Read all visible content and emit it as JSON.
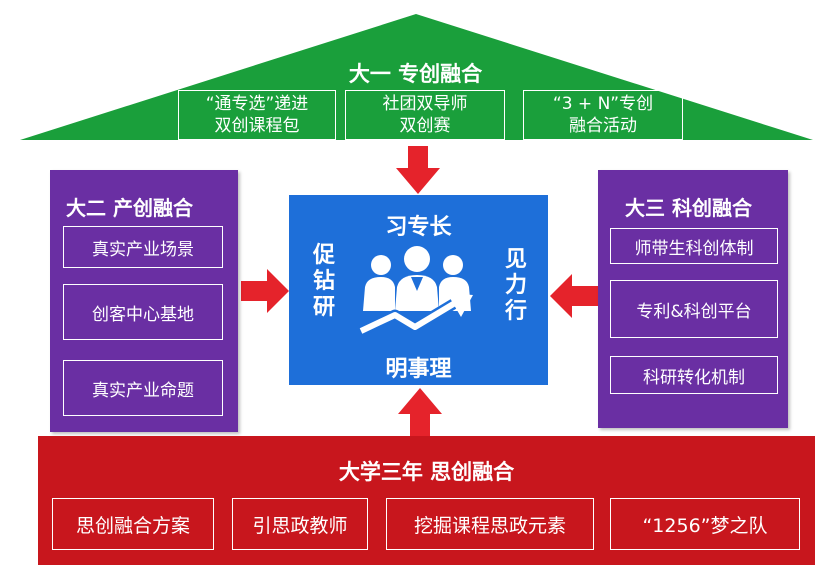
{
  "roof": {
    "title": "大一 专创融合",
    "items": [
      "“通专选”递进\n双创课程包",
      "社团双导师\n双创赛",
      "“3 + N”专创\n融合活动"
    ]
  },
  "left_panel": {
    "title": "大二 产创融合",
    "items": [
      "真实产业场景",
      "创客中心基地",
      "真实产业命题"
    ]
  },
  "right_panel": {
    "title": "大三 科创融合",
    "items": [
      "师带生科创体制",
      "专利&科创平台",
      "科研转化机制"
    ]
  },
  "center": {
    "top": "习专长",
    "left": "促钻研",
    "right": "见力行",
    "bottom": "明事理",
    "icon": "team-growth-icon"
  },
  "bottom": {
    "title": "大学三年 思创融合",
    "items": [
      "思创融合方案",
      "引思政教师",
      "挖掘课程思政元素",
      "“1256”梦之队"
    ]
  },
  "colors": {
    "roof": "#1a9f3b",
    "side_panels": "#6a2fa3",
    "center": "#1e6fd9",
    "bottom": "#c8161d",
    "arrows": "#e5232b"
  }
}
